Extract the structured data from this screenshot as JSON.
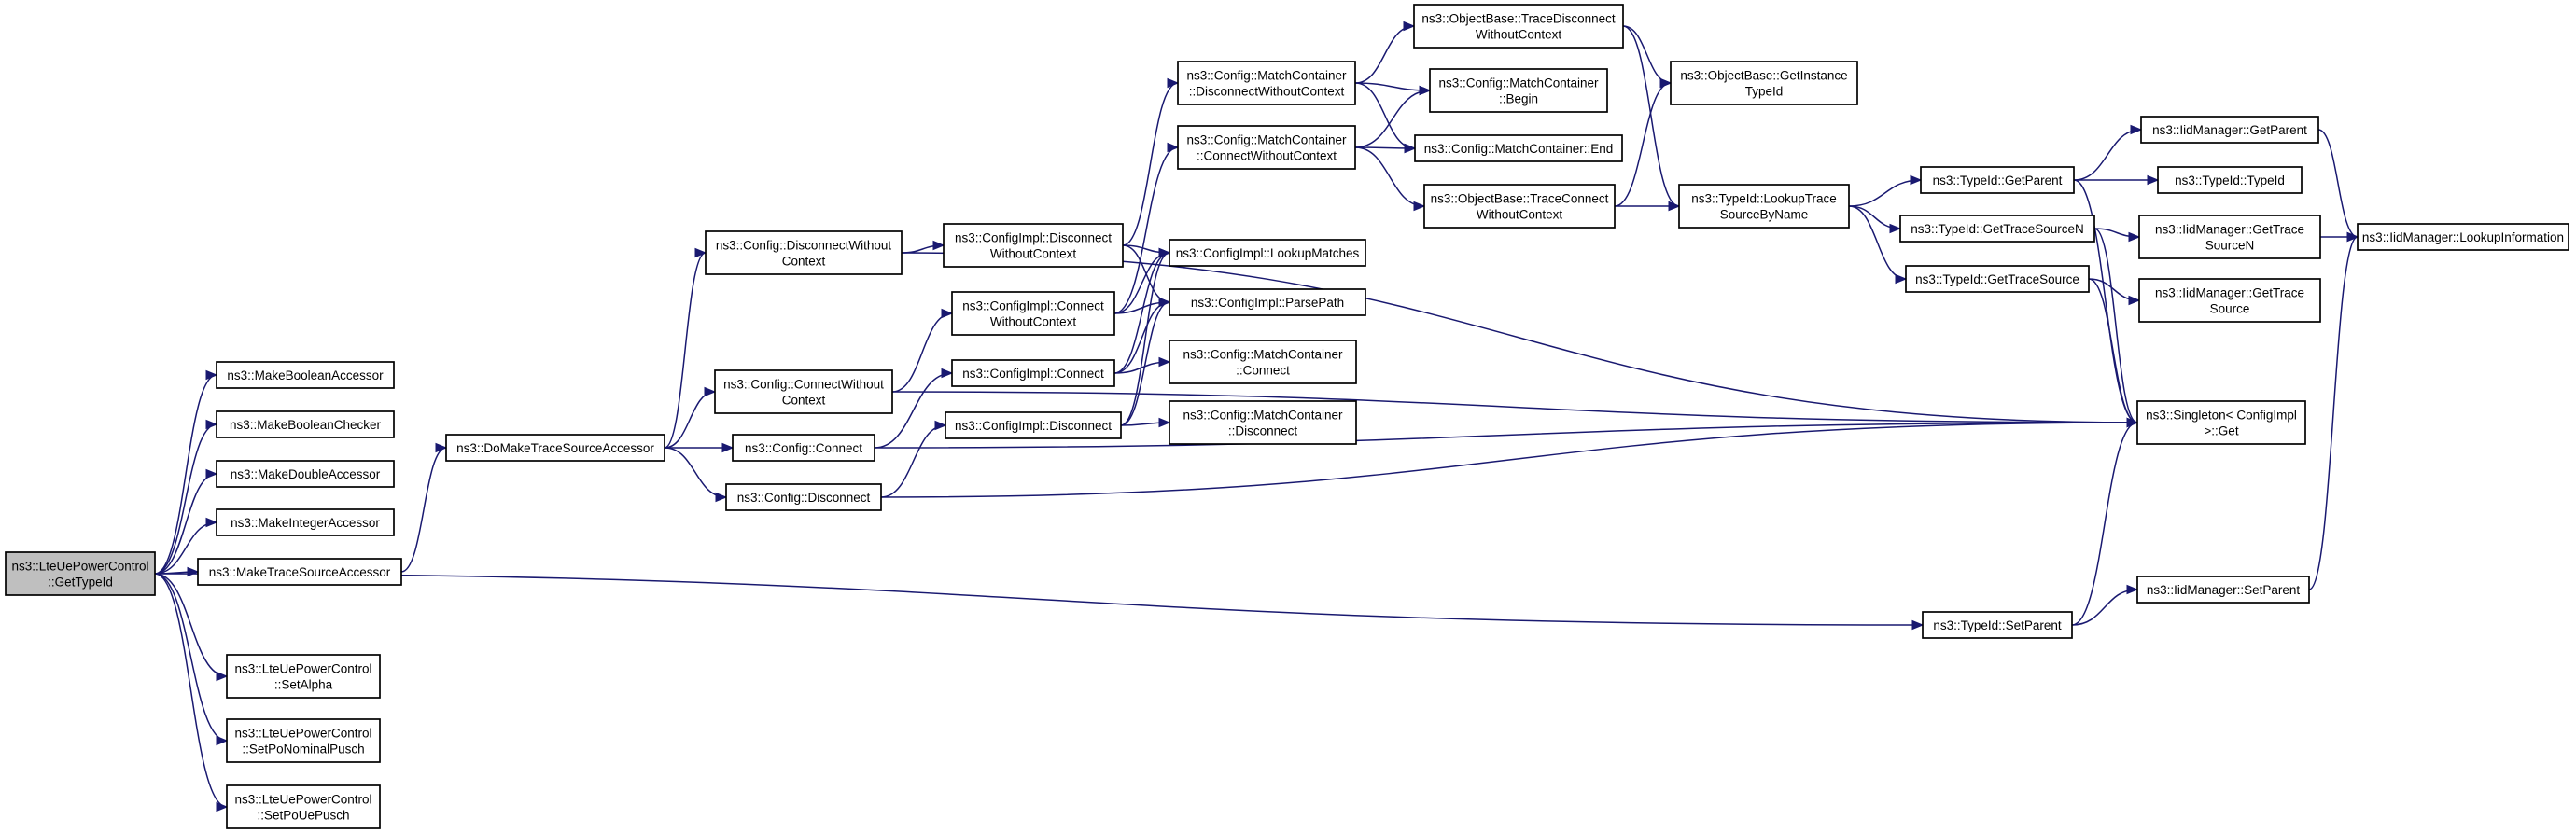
{
  "graph": {
    "edge_color": "#191970",
    "root_fill": "#bfbfbf",
    "node_fill": "#ffffff",
    "nodes": [
      {
        "id": "root",
        "lines": [
          "ns3::LteUePowerControl",
          "::GetTypeId"
        ],
        "root": true
      },
      {
        "id": "mba",
        "lines": [
          "ns3::MakeBooleanAccessor"
        ]
      },
      {
        "id": "mbc",
        "lines": [
          "ns3::MakeBooleanChecker"
        ]
      },
      {
        "id": "mda",
        "lines": [
          "ns3::MakeDoubleAccessor"
        ]
      },
      {
        "id": "mia",
        "lines": [
          "ns3::MakeIntegerAccessor"
        ]
      },
      {
        "id": "mtsa",
        "lines": [
          "ns3::MakeTraceSourceAccessor"
        ]
      },
      {
        "id": "sa",
        "lines": [
          "ns3::LteUePowerControl",
          "::SetAlpha"
        ]
      },
      {
        "id": "spnp",
        "lines": [
          "ns3::LteUePowerControl",
          "::SetPoNominalPusch"
        ]
      },
      {
        "id": "spup",
        "lines": [
          "ns3::LteUePowerControl",
          "::SetPoUePusch"
        ]
      },
      {
        "id": "dmtsa",
        "lines": [
          "ns3::DoMakeTraceSourceAccessor"
        ]
      },
      {
        "id": "cdwc",
        "lines": [
          "ns3::Config::DisconnectWithout",
          "Context"
        ]
      },
      {
        "id": "ccwc",
        "lines": [
          "ns3::Config::ConnectWithout",
          "Context"
        ]
      },
      {
        "id": "cc",
        "lines": [
          "ns3::Config::Connect"
        ]
      },
      {
        "id": "cd",
        "lines": [
          "ns3::Config::Disconnect"
        ]
      },
      {
        "id": "cidwc",
        "lines": [
          "ns3::ConfigImpl::Disconnect",
          "WithoutContext"
        ]
      },
      {
        "id": "cicwc",
        "lines": [
          "ns3::ConfigImpl::Connect",
          "WithoutContext"
        ]
      },
      {
        "id": "cic",
        "lines": [
          "ns3::ConfigImpl::Connect"
        ]
      },
      {
        "id": "cid",
        "lines": [
          "ns3::ConfigImpl::Disconnect"
        ]
      },
      {
        "id": "mcdwc",
        "lines": [
          "ns3::Config::MatchContainer",
          "::DisconnectWithoutContext"
        ]
      },
      {
        "id": "mccwc",
        "lines": [
          "ns3::Config::MatchContainer",
          "::ConnectWithoutContext"
        ]
      },
      {
        "id": "cilm",
        "lines": [
          "ns3::ConfigImpl::LookupMatches"
        ]
      },
      {
        "id": "cipp",
        "lines": [
          "ns3::ConfigImpl::ParsePath"
        ]
      },
      {
        "id": "mcc",
        "lines": [
          "ns3::Config::MatchContainer",
          "::Connect"
        ]
      },
      {
        "id": "mcd",
        "lines": [
          "ns3::Config::MatchContainer",
          "::Disconnect"
        ]
      },
      {
        "id": "obtdwc",
        "lines": [
          "ns3::ObjectBase::TraceDisconnect",
          "WithoutContext"
        ]
      },
      {
        "id": "mcb",
        "lines": [
          "ns3::Config::MatchContainer",
          "::Begin"
        ]
      },
      {
        "id": "mce",
        "lines": [
          "ns3::Config::MatchContainer::End"
        ]
      },
      {
        "id": "obtcwc",
        "lines": [
          "ns3::ObjectBase::TraceConnect",
          "WithoutContext"
        ]
      },
      {
        "id": "obgit",
        "lines": [
          "ns3::ObjectBase::GetInstance",
          "TypeId"
        ]
      },
      {
        "id": "tilt",
        "lines": [
          "ns3::TypeId::LookupTrace",
          "SourceByName"
        ]
      },
      {
        "id": "tigp",
        "lines": [
          "ns3::TypeId::GetParent"
        ]
      },
      {
        "id": "tigtsn",
        "lines": [
          "ns3::TypeId::GetTraceSourceN"
        ]
      },
      {
        "id": "tigts",
        "lines": [
          "ns3::TypeId::GetTraceSource"
        ]
      },
      {
        "id": "tisp",
        "lines": [
          "ns3::TypeId::SetParent"
        ]
      },
      {
        "id": "imgp",
        "lines": [
          "ns3::IidManager::GetParent"
        ]
      },
      {
        "id": "titi",
        "lines": [
          "ns3::TypeId::TypeId"
        ]
      },
      {
        "id": "imgtsn",
        "lines": [
          "ns3::IidManager::GetTrace",
          "SourceN"
        ]
      },
      {
        "id": "imgts",
        "lines": [
          "ns3::IidManager::GetTrace",
          "Source"
        ]
      },
      {
        "id": "sg",
        "lines": [
          "ns3::Singleton< ConfigImpl",
          " >::Get"
        ]
      },
      {
        "id": "imsp",
        "lines": [
          "ns3::IidManager::SetParent"
        ]
      },
      {
        "id": "imli",
        "lines": [
          "ns3::IidManager::LookupInformation"
        ]
      }
    ],
    "edges": [
      [
        "root",
        "mba"
      ],
      [
        "root",
        "mbc"
      ],
      [
        "root",
        "mda"
      ],
      [
        "root",
        "mia"
      ],
      [
        "root",
        "mtsa"
      ],
      [
        "root",
        "sa"
      ],
      [
        "root",
        "spnp"
      ],
      [
        "root",
        "spup"
      ],
      [
        "root",
        "tisp"
      ],
      [
        "mtsa",
        "dmtsa"
      ],
      [
        "dmtsa",
        "cdwc"
      ],
      [
        "dmtsa",
        "ccwc"
      ],
      [
        "dmtsa",
        "cc"
      ],
      [
        "dmtsa",
        "cd"
      ],
      [
        "cdwc",
        "cidwc"
      ],
      [
        "cdwc",
        "sg"
      ],
      [
        "ccwc",
        "cicwc"
      ],
      [
        "ccwc",
        "sg"
      ],
      [
        "cc",
        "cic"
      ],
      [
        "cc",
        "sg"
      ],
      [
        "cd",
        "cid"
      ],
      [
        "cd",
        "sg"
      ],
      [
        "cidwc",
        "mcdwc"
      ],
      [
        "cidwc",
        "cilm"
      ],
      [
        "cidwc",
        "cipp"
      ],
      [
        "cicwc",
        "mccwc"
      ],
      [
        "cicwc",
        "cilm"
      ],
      [
        "cicwc",
        "cipp"
      ],
      [
        "cic",
        "cilm"
      ],
      [
        "cic",
        "cipp"
      ],
      [
        "cic",
        "mcc"
      ],
      [
        "cid",
        "cilm"
      ],
      [
        "cid",
        "cipp"
      ],
      [
        "cid",
        "mcd"
      ],
      [
        "mcdwc",
        "obtdwc"
      ],
      [
        "mcdwc",
        "mcb"
      ],
      [
        "mcdwc",
        "mce"
      ],
      [
        "mccwc",
        "mcb"
      ],
      [
        "mccwc",
        "mce"
      ],
      [
        "mccwc",
        "obtcwc"
      ],
      [
        "obtdwc",
        "obgit"
      ],
      [
        "obtdwc",
        "tilt"
      ],
      [
        "obtcwc",
        "obgit"
      ],
      [
        "obtcwc",
        "tilt"
      ],
      [
        "tilt",
        "tigp"
      ],
      [
        "tilt",
        "tigtsn"
      ],
      [
        "tilt",
        "tigts"
      ],
      [
        "tigp",
        "imgp"
      ],
      [
        "tigp",
        "titi"
      ],
      [
        "tigp",
        "sg"
      ],
      [
        "tigtsn",
        "imgtsn"
      ],
      [
        "tigtsn",
        "sg"
      ],
      [
        "tigts",
        "imgts"
      ],
      [
        "tigts",
        "sg"
      ],
      [
        "tisp",
        "imsp"
      ],
      [
        "tisp",
        "sg"
      ],
      [
        "imgp",
        "imli"
      ],
      [
        "imgtsn",
        "imli"
      ],
      [
        "imsp",
        "imli"
      ]
    ]
  }
}
